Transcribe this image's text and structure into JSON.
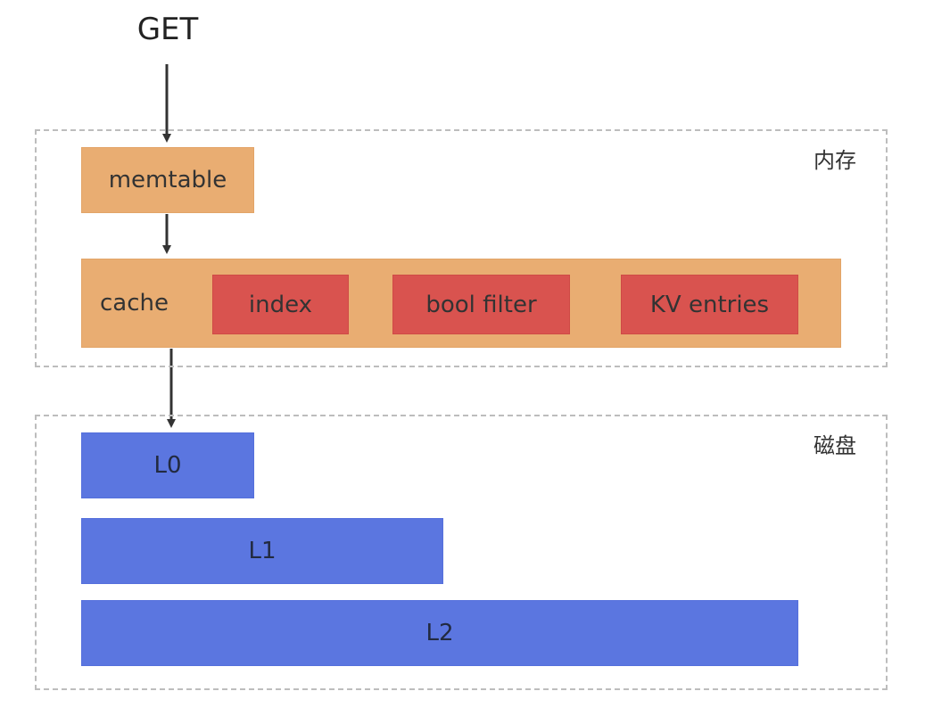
{
  "diagram": {
    "request_label": "GET",
    "memory": {
      "label": "内存",
      "memtable_label": "memtable",
      "cache": {
        "label": "cache",
        "items": [
          "index",
          "bool filter",
          "KV entries"
        ]
      }
    },
    "disk": {
      "label": "磁盘",
      "levels": [
        "L0",
        "L1",
        "L2"
      ]
    },
    "colors": {
      "memory_block": "#e9ad72",
      "cache_item": "#d9534f",
      "disk_level": "#5b76e0",
      "region_border": "#bdbdbd",
      "arrow": "#333333"
    }
  }
}
